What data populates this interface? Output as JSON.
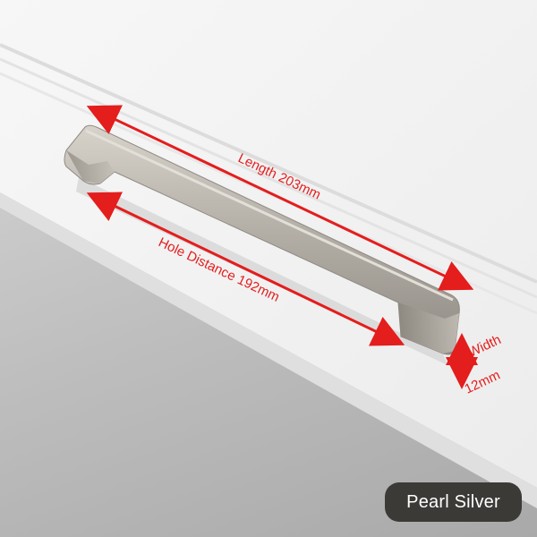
{
  "product": {
    "dimensions": {
      "length": "Length 203mm",
      "hole_distance": "Hole Distance 192mm",
      "width_line1": "Width",
      "width_line2": "12mm"
    },
    "finish_label": "Pearl Silver"
  },
  "colors": {
    "annotation_red": "#e41d1d",
    "badge_background": "#3b3a36",
    "handle_metal": "#b7b2aa"
  },
  "icons": {
    "length_arrow": "double-headed-arrow",
    "hole_distance_arrow": "double-headed-arrow",
    "width_arrow": "vertical-double-headed-arrow"
  }
}
